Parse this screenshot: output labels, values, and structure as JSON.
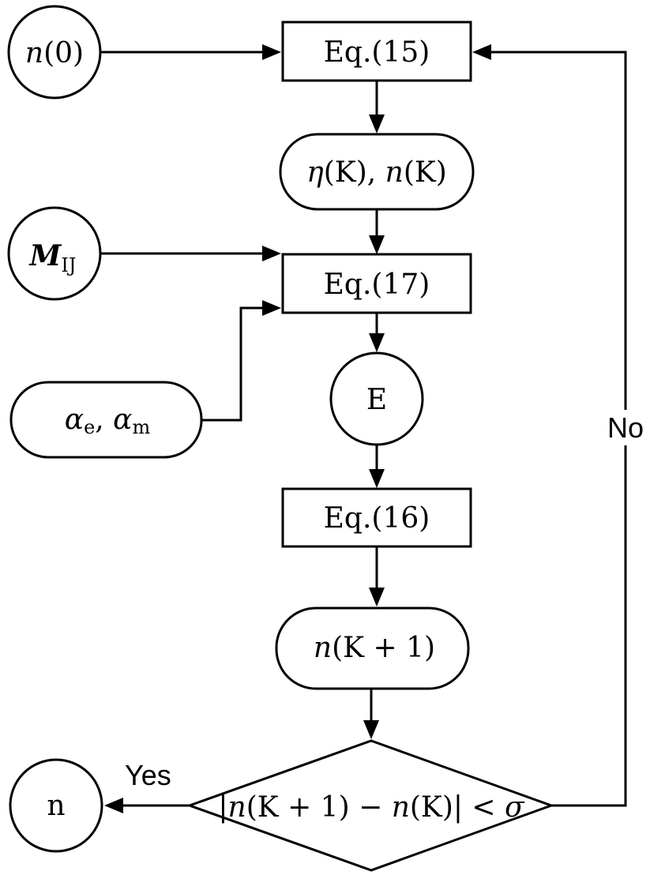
{
  "nodes": {
    "n0": {
      "var": "n",
      "arg": "(0)"
    },
    "eq15": {
      "label": "Eq.(15)"
    },
    "eta_n_K": {
      "eta": "η",
      "arg1": "(K),",
      "n": "n",
      "arg2": "(K)"
    },
    "M_IJ": {
      "base": "M",
      "sub": "IJ"
    },
    "eq17": {
      "label": "Eq.(17)"
    },
    "alpha": {
      "alpha1": "α",
      "sub1": "e",
      "comma": ",",
      "alpha2": "α",
      "sub2": "m"
    },
    "E": {
      "label": "E"
    },
    "eq16": {
      "label": "Eq.(16)"
    },
    "n_K1": {
      "n": "n",
      "expr": "(K + 1)"
    },
    "condition": {
      "bar1": "|",
      "n1": "n",
      "expr1": "(K + 1) − ",
      "n2": "n",
      "expr2": "(K)| < ",
      "sigma": "σ"
    },
    "n_out": {
      "label": "n"
    }
  },
  "edges": {
    "yes_label": "Yes",
    "no_label": "No"
  }
}
